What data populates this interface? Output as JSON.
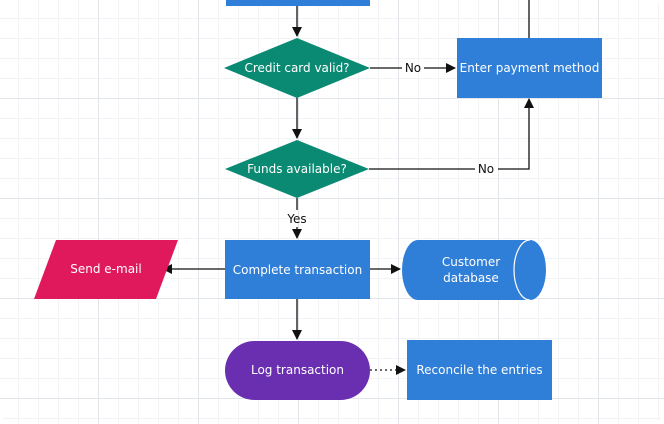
{
  "diagram": {
    "colors": {
      "process": "#2f7ed8",
      "decision": "#0b8a73",
      "io": "#e0195d",
      "terminator": "#6a2fb1",
      "line": "#111111"
    },
    "nodes": {
      "credit_card_valid": "Credit card valid?",
      "funds_available": "Funds available?",
      "enter_payment_method": "Enter payment method",
      "complete_transaction": "Complete transaction",
      "send_email": "Send e-mail",
      "customer_database_line1": "Customer",
      "customer_database_line2": "database",
      "log_transaction": "Log transaction",
      "reconcile_entries": "Reconcile the entries"
    },
    "edge_labels": {
      "credit_no": "No",
      "funds_no": "No",
      "funds_yes": "Yes"
    }
  }
}
